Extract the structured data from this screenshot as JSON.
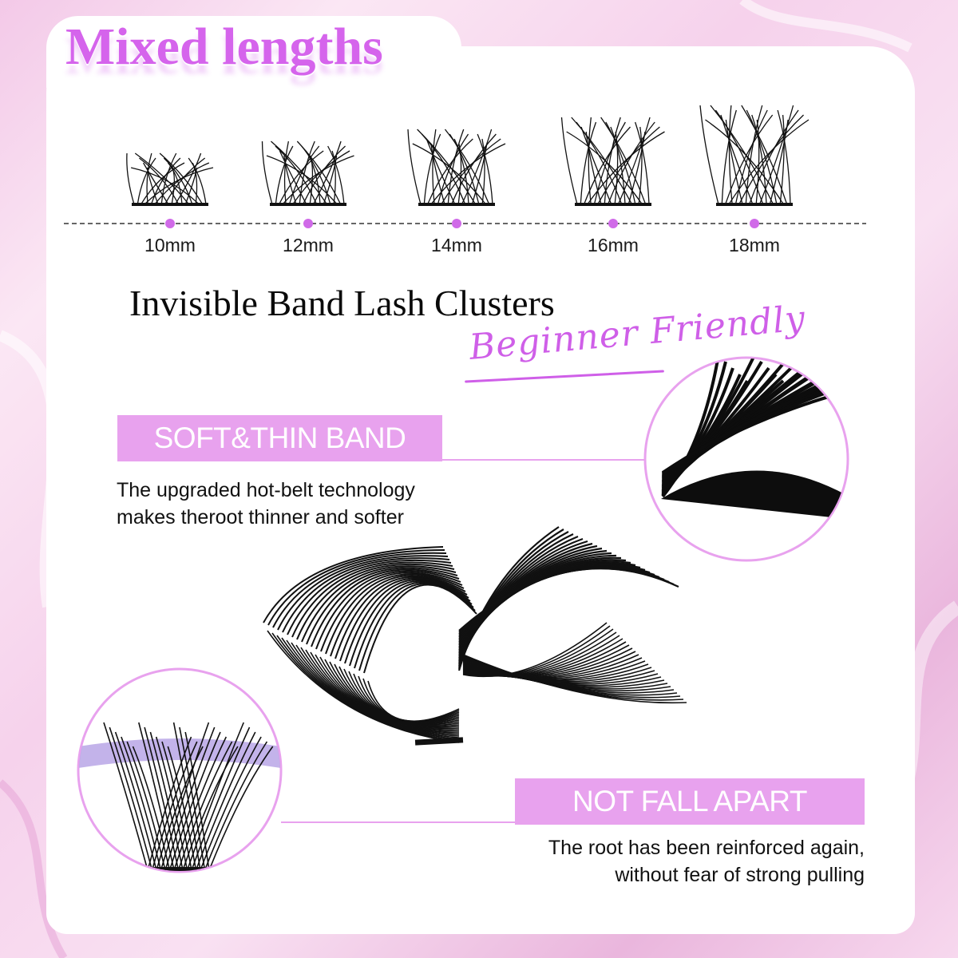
{
  "title": "Mixed lengths",
  "lengths": [
    {
      "label": "10mm",
      "value": 10
    },
    {
      "label": "12mm",
      "value": 12
    },
    {
      "label": "14mm",
      "value": 14
    },
    {
      "label": "16mm",
      "value": 16
    },
    {
      "label": "18mm",
      "value": 18
    }
  ],
  "heading": "Invisible Band Lash Clusters",
  "script_text": "Beginner Friendly",
  "features": [
    {
      "badge": "SOFT&THIN BAND",
      "description_lines": [
        "The upgraded hot-belt technology",
        "makes theroot thinner and softer"
      ]
    },
    {
      "badge": "NOT FALL APART",
      "description_lines": [
        "The root has been reinforced again,",
        "without fear of strong pulling"
      ]
    }
  ],
  "colors": {
    "accent": "#d564ec",
    "badge": "#e8a2ee",
    "dot": "#d06ae8",
    "background": "#f6d2ec"
  }
}
